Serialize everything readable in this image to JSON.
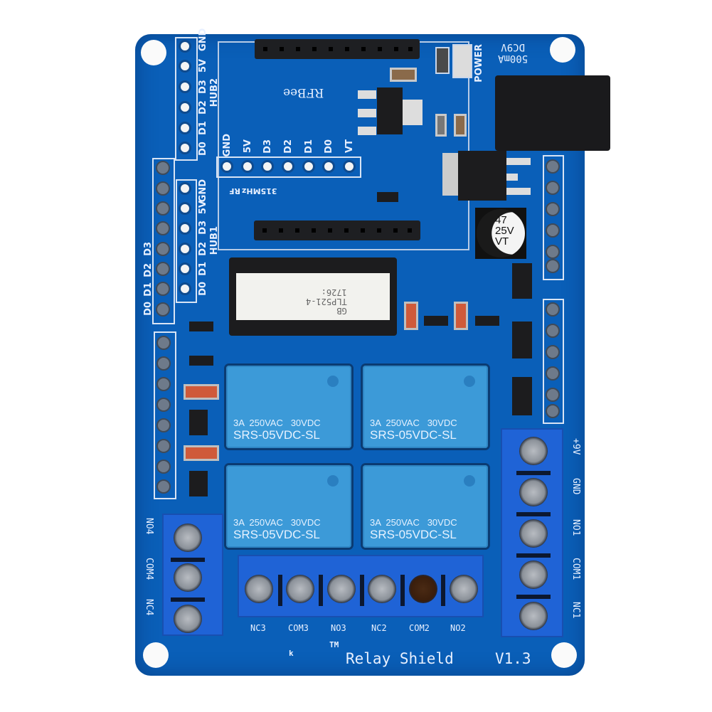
{
  "product": {
    "name": "Relay Shield",
    "version": "V1.3",
    "trademark": "TM",
    "marker": "k"
  },
  "power": {
    "led_label": "POWER",
    "input_rating_line1": "DC9V",
    "input_rating_line2": "500mA"
  },
  "rfbee": {
    "label": "RFBee",
    "rf_label": "RF",
    "frequency_label": "315MHz",
    "pins": [
      "GND",
      "5V",
      "D3",
      "D2",
      "D1",
      "D0",
      "VT"
    ]
  },
  "hub2": {
    "label": "HUB2",
    "pins": [
      "GND",
      "5V",
      "D3",
      "D2",
      "D1",
      "D0"
    ]
  },
  "hub1": {
    "label": "HUB1",
    "pins": [
      "GND",
      "5V",
      "D3",
      "D2",
      "D1",
      "D0"
    ]
  },
  "left_header": {
    "pins": [
      "D3",
      "D2",
      "D1",
      "D0"
    ]
  },
  "optocoupler": {
    "part": "TLP521-4",
    "suffix": "GB",
    "date_code": "1726:"
  },
  "capacitor": {
    "value": "47",
    "voltage": "25V",
    "series": "VT"
  },
  "relays": [
    {
      "rating": "3A  250VAC   30VDC",
      "model": "SRS-05VDC-SL"
    },
    {
      "rating": "3A  250VAC   30VDC",
      "model": "SRS-05VDC-SL"
    },
    {
      "rating": "3A  250VAC   30VDC",
      "model": "SRS-05VDC-SL"
    },
    {
      "rating": "3A  250VAC   30VDC",
      "model": "SRS-05VDC-SL"
    }
  ],
  "terminal_right": {
    "labels": [
      "+9V",
      "GND",
      "NO1",
      "COM1",
      "NC1"
    ]
  },
  "terminal_left": {
    "labels": [
      "NO4",
      "COM4",
      "NC4"
    ]
  },
  "terminal_bottom": {
    "labels": [
      "NC3",
      "COM3",
      "NO3",
      "NC2",
      "COM2",
      "NO2"
    ]
  },
  "colors": {
    "pcb": "#0a5fb8",
    "relay": "#3c9ad8",
    "terminal": "#1f63d6",
    "silkscreen": "#e8f0ff"
  }
}
